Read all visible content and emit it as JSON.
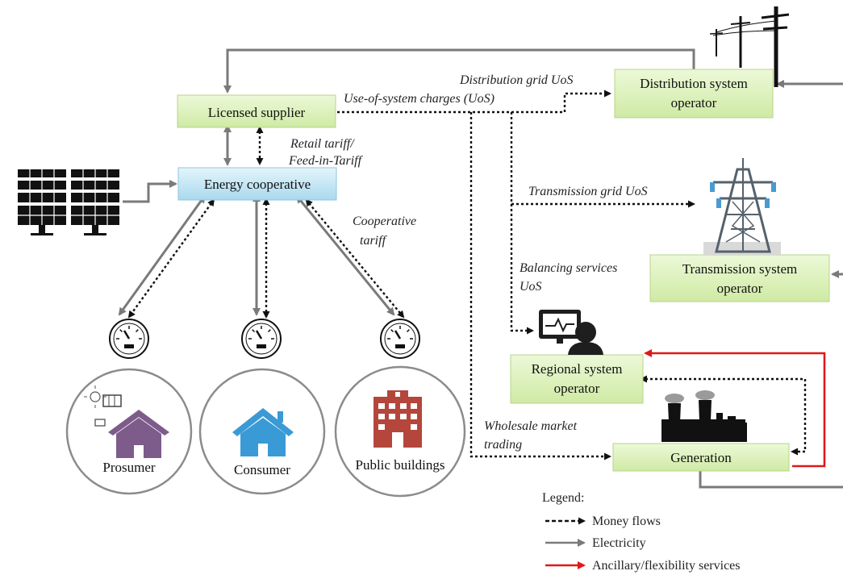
{
  "nodes": {
    "licensed_supplier": "Licensed supplier",
    "energy_cooperative": "Energy cooperative",
    "dso_line1": "Distribution system",
    "dso_line2": "operator",
    "tso_line1": "Transmission system",
    "tso_line2": "operator",
    "rso_line1": "Regional system",
    "rso_line2": "operator",
    "generation": "Generation"
  },
  "consumers": {
    "prosumer": "Prosumer",
    "consumer": "Consumer",
    "public_buildings": "Public buildings"
  },
  "flow_labels": {
    "distribution_uos": "Distribution grid UoS",
    "use_of_system": "Use-of-system charges (UoS)",
    "retail_tariff_1": "Retail tariff/",
    "retail_tariff_2": "Feed-in-Tariff",
    "cooperative_tariff_1": "Cooperative",
    "cooperative_tariff_2": "tariff",
    "transmission_uos": "Transmission grid UoS",
    "balancing_1": "Balancing services",
    "balancing_2": "UoS",
    "wholesale_1": "Wholesale market",
    "wholesale_2": "trading"
  },
  "legend": {
    "title": "Legend:",
    "items": [
      {
        "label": "Money flows",
        "color": "#111111",
        "style": "dashed"
      },
      {
        "label": "Electricity",
        "color": "#808080",
        "style": "solid"
      },
      {
        "label": "Ancillary/flexibility services",
        "color": "#e01818",
        "style": "solid"
      }
    ]
  },
  "colors": {
    "box_green": "#e2f4c4",
    "box_blue": "#cdeaf6",
    "electricity": "#808080",
    "money": "#111111",
    "ancillary": "#e01818",
    "house_purple": "#7d5c8c",
    "house_blue": "#3a9ad6",
    "building_red": "#b4463c"
  },
  "icons": [
    "solar-panel-icon",
    "meter-icon",
    "power-pole-icon",
    "pylon-icon",
    "operator-icon",
    "factory-icon",
    "house-icon",
    "building-icon"
  ]
}
